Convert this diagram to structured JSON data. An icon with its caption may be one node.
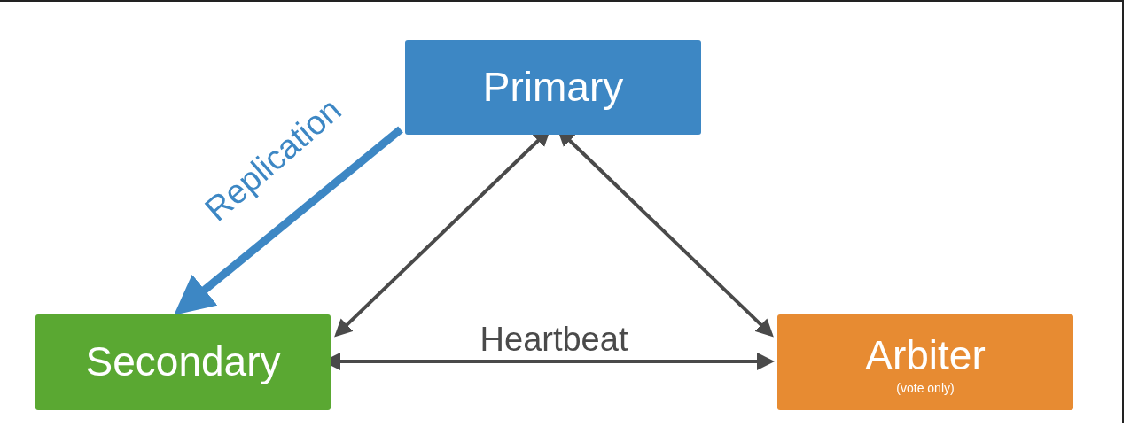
{
  "diagram": {
    "nodes": [
      {
        "text": [
          "Primary"
        ]
      },
      {
        "text": [
          "Secondary"
        ]
      },
      {
        "text": [
          "Arbiter",
          "(vote only)"
        ]
      }
    ],
    "edges": [
      {
        "from": 0,
        "to": 1,
        "arrow": "to",
        "label": "Replication",
        "style": "thick",
        "color": "#3d87c4"
      },
      {
        "from": 0,
        "to": 1,
        "arrow": "both"
      },
      {
        "from": 0,
        "to": 2,
        "arrow": "both"
      },
      {
        "from": 1,
        "to": 2,
        "arrow": "both",
        "label": "Heartbeat"
      }
    ]
  }
}
